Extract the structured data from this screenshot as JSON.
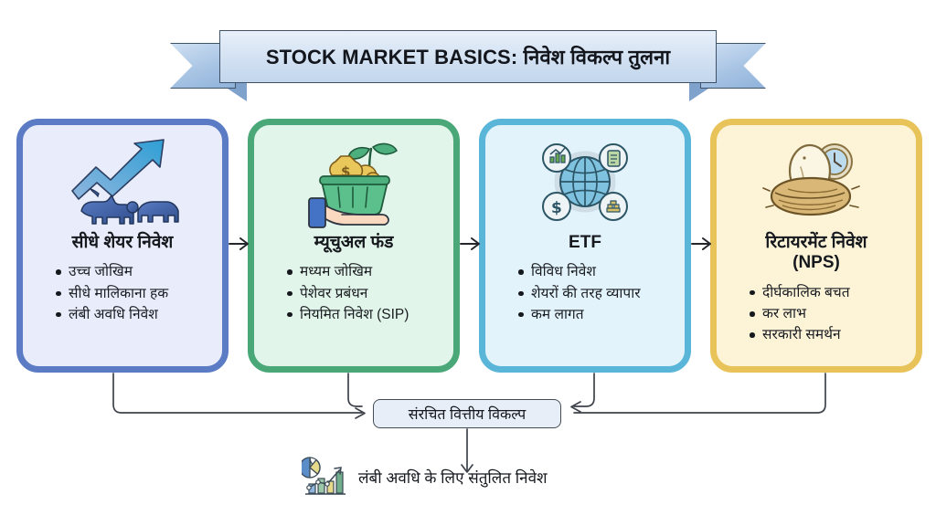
{
  "banner": {
    "title": "STOCK MARKET BASICS: निवेश विकल्प तुलना",
    "band_color": "#d2e1f2",
    "border_color": "#3f5167"
  },
  "cards": [
    {
      "id": "direct-equity",
      "title": "सीधे शेयर निवेश",
      "icon": "bull-bear-growth-arrow-icon",
      "border_color": "#5b7cc4",
      "fill_color": "#e9edfb",
      "bullets": [
        "उच्च जोखिम",
        "सीधे मालिकाना हक",
        "लंबी अवधि निवेश"
      ]
    },
    {
      "id": "mutual-fund",
      "title": "म्यूचुअल फंड",
      "icon": "hand-holding-basket-money-plant-icon",
      "border_color": "#4aa878",
      "fill_color": "#e2f5ea",
      "bullets": [
        "मध्यम जोखिम",
        "पेशेवर प्रबंधन",
        "नियमित निवेश (SIP)"
      ]
    },
    {
      "id": "etf",
      "title": "ETF",
      "icon": "globe-assets-network-icon",
      "border_color": "#5ab6d8",
      "fill_color": "#e2f3fb",
      "bullets": [
        "विविध निवेश",
        "शेयरों की तरह व्यापार",
        "कम लागत"
      ]
    },
    {
      "id": "nps",
      "title": "रिटायरमेंट निवेश\n(NPS)",
      "title_line1": "रिटायरमेंट निवेश",
      "title_line2": "(NPS)",
      "icon": "nest-egg-clock-icon",
      "border_color": "#e8c35a",
      "fill_color": "#fdf4d8",
      "bullets": [
        "दीर्घकालिक बचत",
        "कर लाभ",
        "सरकारी समर्थन"
      ]
    }
  ],
  "hub": {
    "label": "संरचित वित्तीय विकल्प",
    "fill_color": "#e7eef7",
    "border_color": "#444c55"
  },
  "outcome": {
    "label": "लंबी अवधि के लिए संतुलित निवेश",
    "icon": "pie-bar-growth-chart-icon"
  }
}
